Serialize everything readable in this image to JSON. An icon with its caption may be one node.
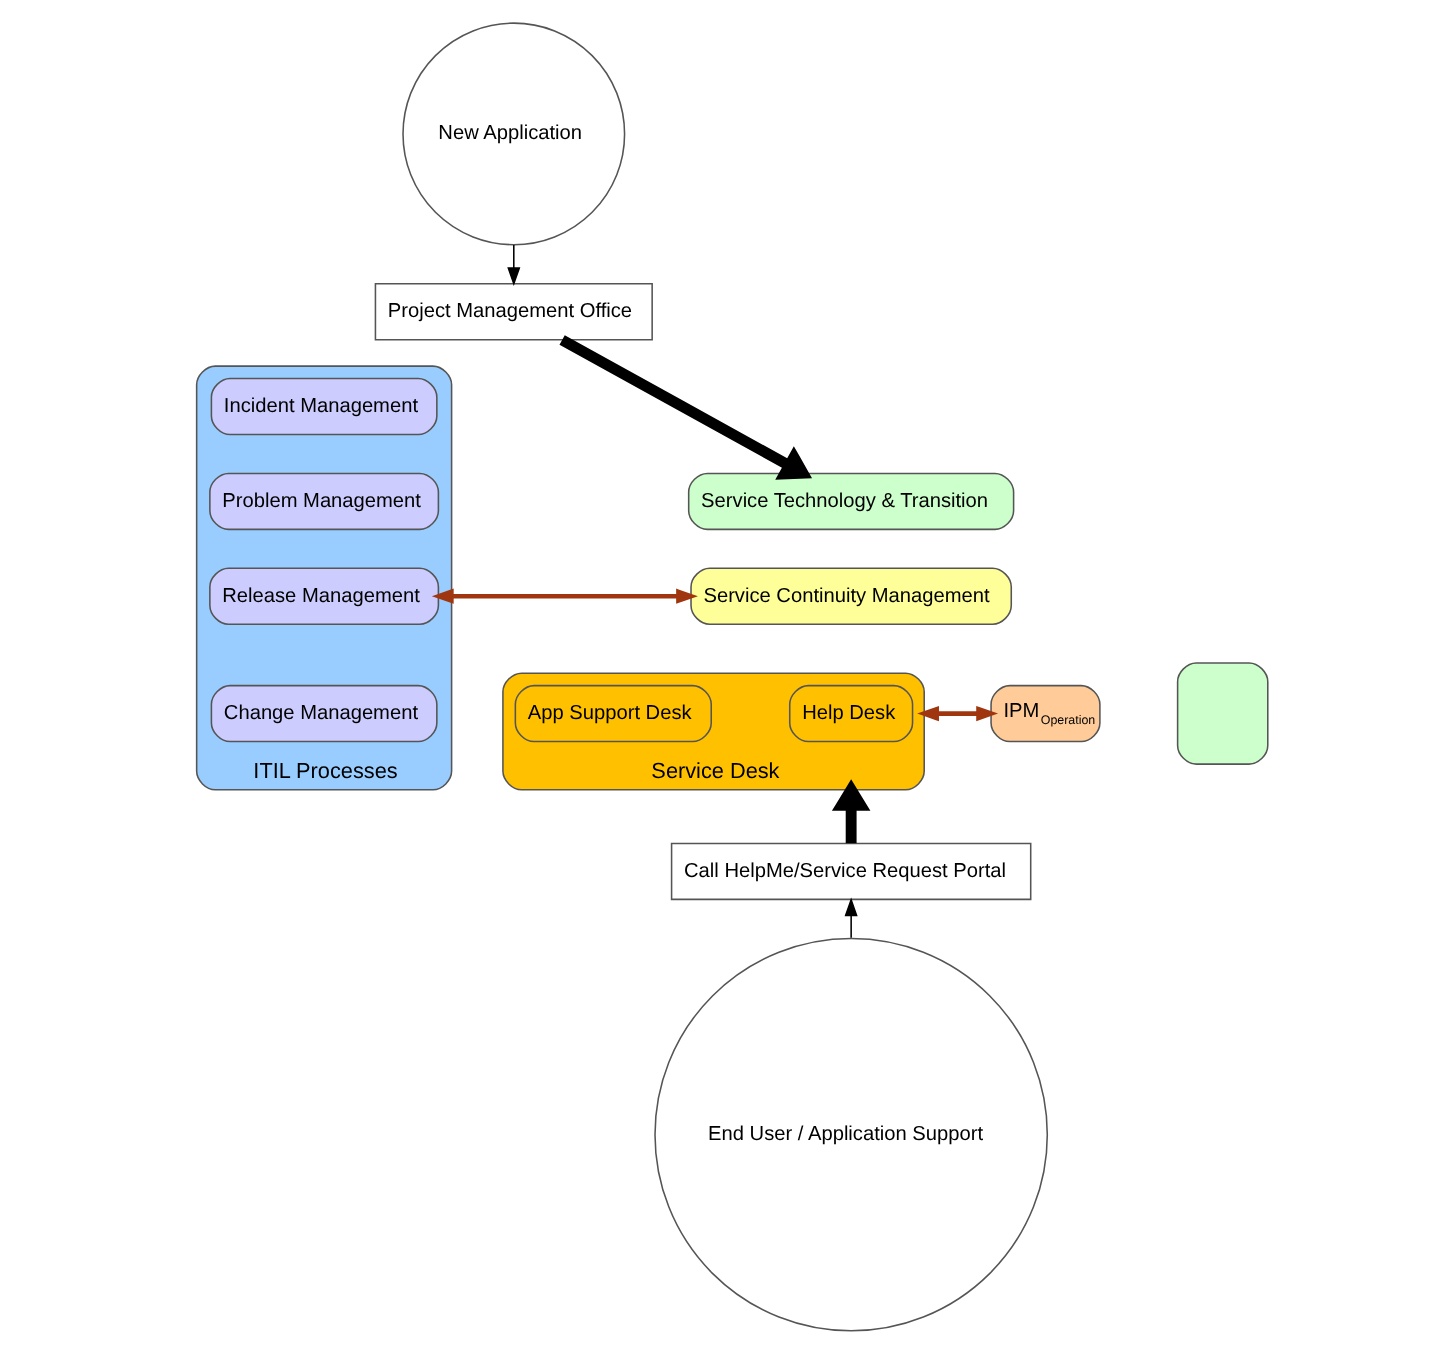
{
  "diagram": {
    "nodes": [
      {
        "text": [
          "New Application"
        ]
      },
      {
        "text": [
          "Project Management Office"
        ]
      },
      {
        "text": [
          "ITIL Processes"
        ]
      },
      {
        "text": [
          "Incident Management"
        ],
        "in": 2
      },
      {
        "text": [
          "Problem Management"
        ],
        "in": 2
      },
      {
        "text": [
          "Release Management"
        ],
        "in": 2
      },
      {
        "text": [
          "Change Management"
        ],
        "in": 2
      },
      {
        "text": [
          "Service Technology & Transition"
        ]
      },
      {
        "text": [
          "Service Continuity Management"
        ]
      },
      {
        "text": [
          "Service Desk"
        ]
      },
      {
        "text": [
          "Help Desk"
        ],
        "in": 9
      },
      {
        "text": [
          "App Support Desk"
        ],
        "in": 9
      },
      {
        "text": [
          "IPM",
          "Operation"
        ]
      },
      {
        "text": [],
        "shape": "box"
      },
      {
        "text": [
          "Call HelpMe/Service Request Portal"
        ]
      },
      {
        "text": [
          "End User / Application Support"
        ]
      }
    ],
    "edges": [
      {
        "from": 0,
        "to": 1,
        "arrow": "to"
      },
      {
        "from": 1,
        "to": 7,
        "arrow": "to",
        "style": "thick"
      },
      {
        "from": 5,
        "to": 8,
        "arrow": "both",
        "color": "#a0360f"
      },
      {
        "from": 9,
        "to": 12,
        "arrow": "both",
        "color": "#a0360f"
      },
      {
        "from": 14,
        "to": 9,
        "arrow": "to",
        "style": "thick"
      },
      {
        "from": 15,
        "to": 14,
        "arrow": "to"
      }
    ]
  }
}
